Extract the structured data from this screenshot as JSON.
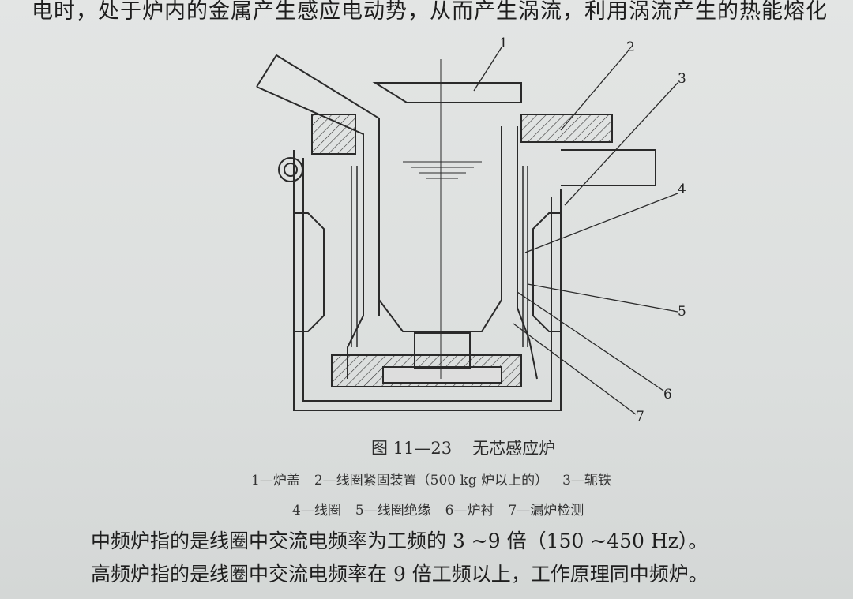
{
  "top_text": "电时，处于炉内的金属产生感应电动势，从而产生涡流，利用涡流产生的热能熔化",
  "figure": {
    "number": "图 11—23",
    "title": "无芯感应炉",
    "callouts": [
      "1",
      "2",
      "3",
      "4",
      "5",
      "6",
      "7"
    ],
    "legend_line1": [
      "1—炉盖",
      "2—线圈紧固装置（500 kg 炉以上的）",
      "3—轭铁"
    ],
    "legend_line2": [
      "4—线圈",
      "5—线圈绝缘",
      "6—炉衬",
      "7—漏炉检测"
    ]
  },
  "paragraphs": [
    "中频炉指的是线圈中交流电频率为工频的 3 ~9 倍（150 ~450 Hz）。",
    "高频炉指的是线圈中交流电频率在 9 倍工频以上，工作原理同中频炉。"
  ]
}
